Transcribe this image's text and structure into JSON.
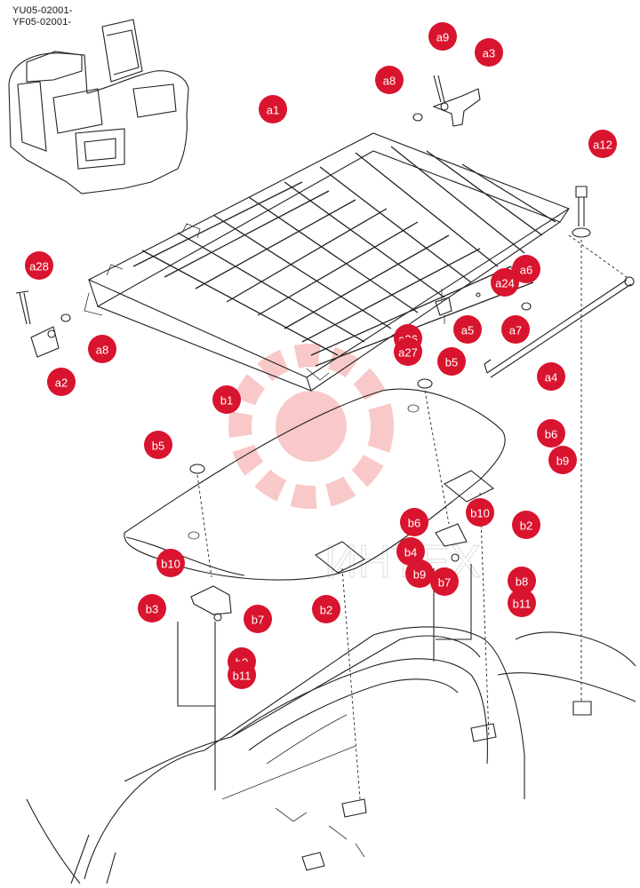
{
  "serials": [
    "YU05-02001-",
    "YF05-02001-"
  ],
  "watermark": {
    "text": "ИНТЕХ",
    "color": "#e8403c"
  },
  "callout_color": "#d9142e",
  "callouts": [
    "a1",
    "a2",
    "a3",
    "a4",
    "a5",
    "a6",
    "a7",
    "a8",
    "a8",
    "a9",
    "a12",
    "a24",
    "a26",
    "a27",
    "a28",
    "b1",
    "b2",
    "b2",
    "b3",
    "b4",
    "b5",
    "b5",
    "b6",
    "b6",
    "b7",
    "b7",
    "b8",
    "b9",
    "b9",
    "b9",
    "b10",
    "b10",
    "b11",
    "b11"
  ]
}
